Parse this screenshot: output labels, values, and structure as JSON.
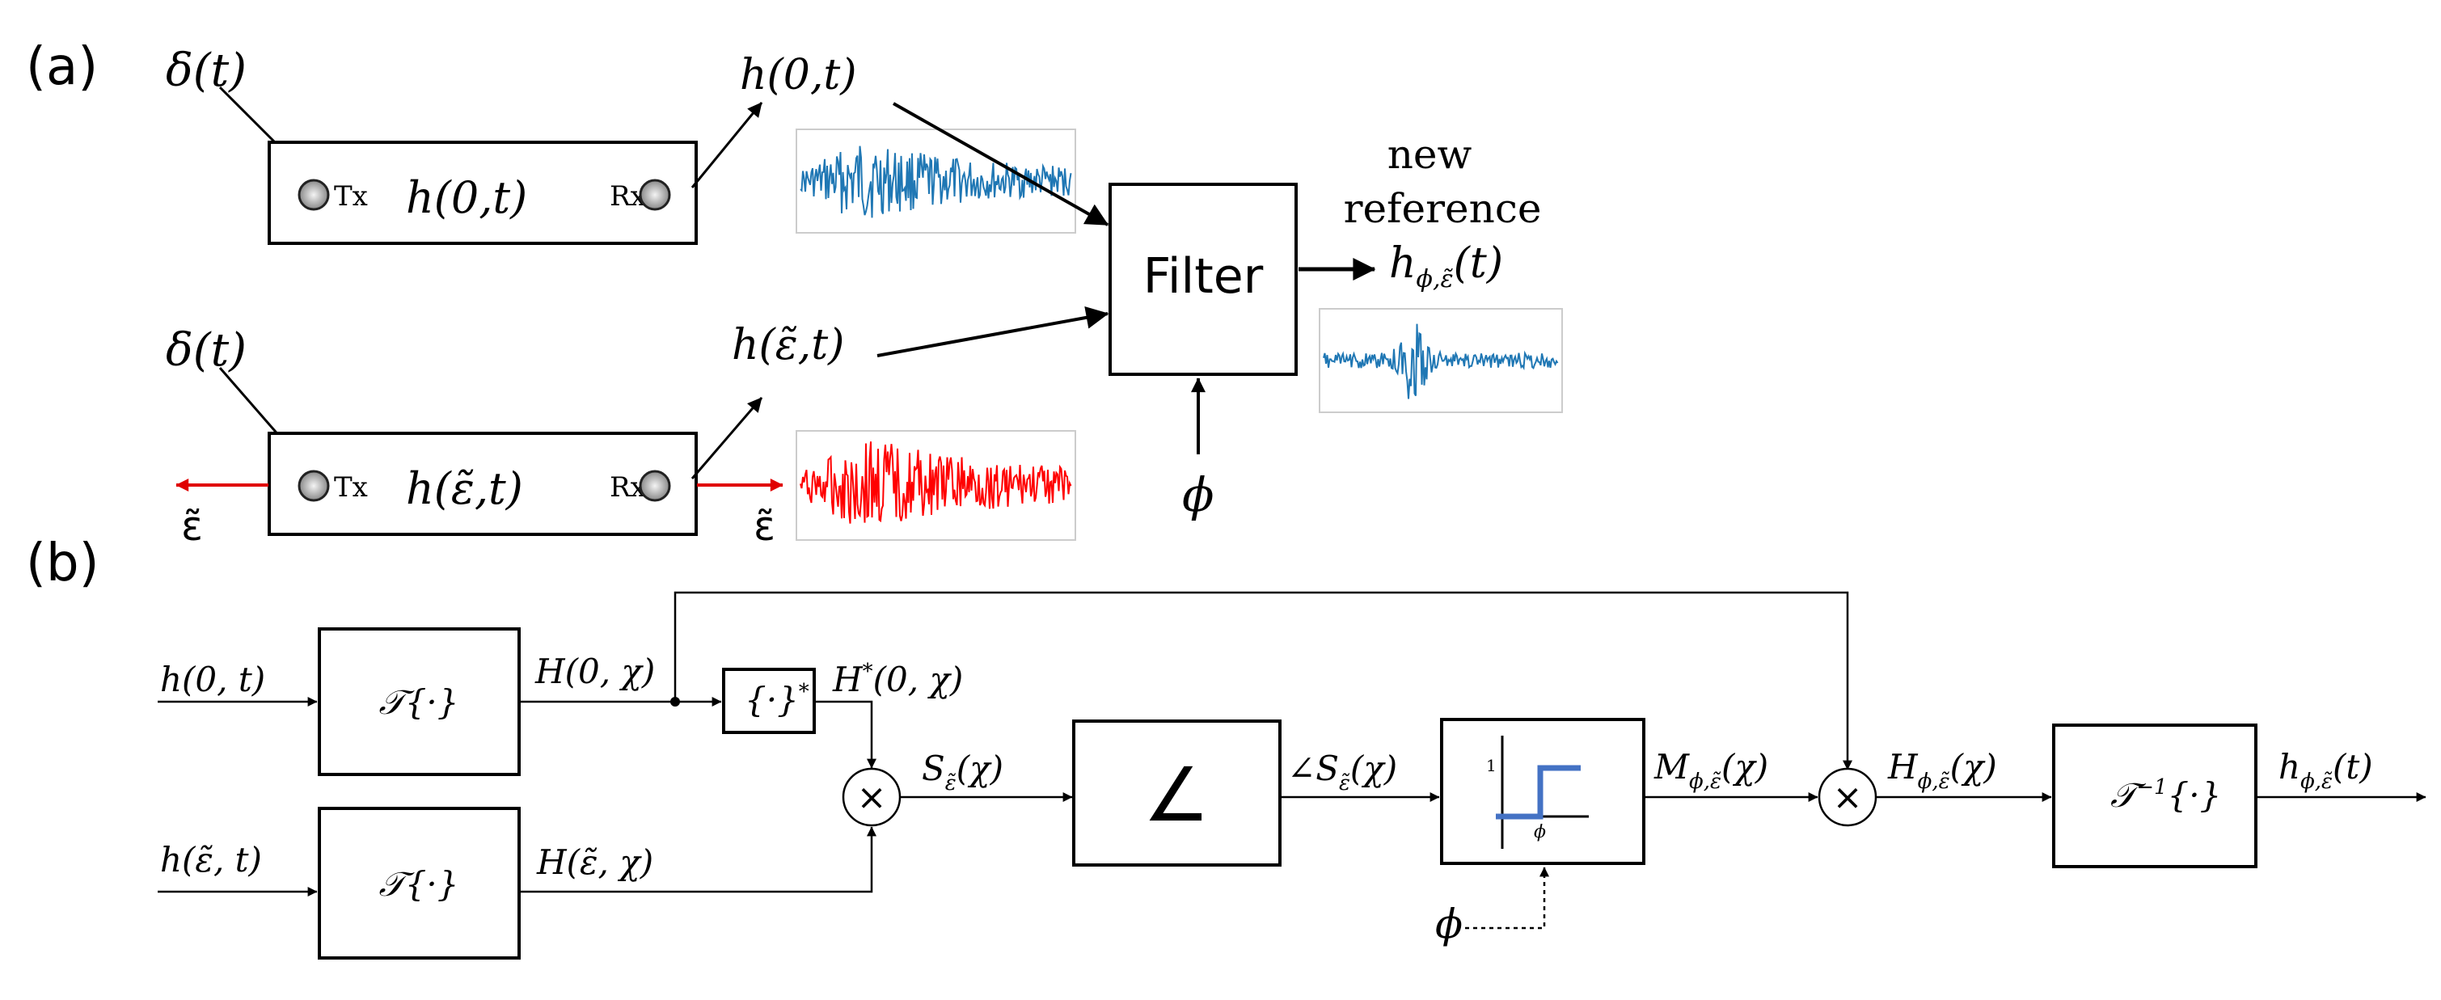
{
  "panel_a": {
    "label": "(a)",
    "top": {
      "delta_label": "δ(t)",
      "tx_label": "Tx",
      "rx_label": "Rx",
      "box_label": "h(0,t)",
      "output_label": "h(0,t)"
    },
    "bottom": {
      "delta_label": "δ(t)",
      "tx_label": "Tx",
      "rx_label": "Rx",
      "box_label": "h(ε̃,t)",
      "output_label": "h(ε̃,t)",
      "strain_left": "ε̃",
      "strain_right": "ε̃"
    },
    "filter_label": "Filter",
    "phi_label": "ϕ",
    "new_reference_line1": "new",
    "new_reference_line2": "reference",
    "new_reference_h": "h",
    "new_reference_sub": "ϕ,ε̃",
    "new_reference_arg": "(t)",
    "colors": {
      "reference_signal": "#1f77b4",
      "strained_signal": "#ff0000",
      "strain_arrow": "#e00000"
    }
  },
  "panel_b": {
    "label": "(b)",
    "input_top": "h(0, t)",
    "input_bottom": "h(ε̃, t)",
    "fourier_top": "𝒯{·}",
    "fourier_bottom": "𝒯{·}",
    "H0": "H(0, χ)",
    "Heps": "H(ε̃, χ)",
    "conj_box": "{·}",
    "conj_box_sup": "*",
    "Hstar_main": "H",
    "Hstar_sup": "*",
    "Hstar_arg": "(0, χ)",
    "multiply_symbol": "×",
    "S_main": "S",
    "S_sub": "ε̃",
    "S_arg": "(χ)",
    "angle_symbol": "∠",
    "angleS_main": "∠S",
    "angleS_sub": "ε̃",
    "angleS_arg": "(χ)",
    "step_one_label": "1",
    "step_phi_label": "ϕ",
    "phi_input": "ϕ",
    "M_main": "M",
    "M_sub": "ϕ,ε̃",
    "M_arg": "(χ)",
    "Hphi_main": "H",
    "Hphi_sub": "ϕ,ε̃",
    "Hphi_arg": "(χ)",
    "inverse_main": "𝒯",
    "inverse_sup": "−1",
    "inverse_arg": "{·}",
    "output_main": "h",
    "output_sub": "ϕ,ε̃",
    "output_arg": "(t)",
    "colors": {
      "step_line": "#4472c4"
    }
  }
}
